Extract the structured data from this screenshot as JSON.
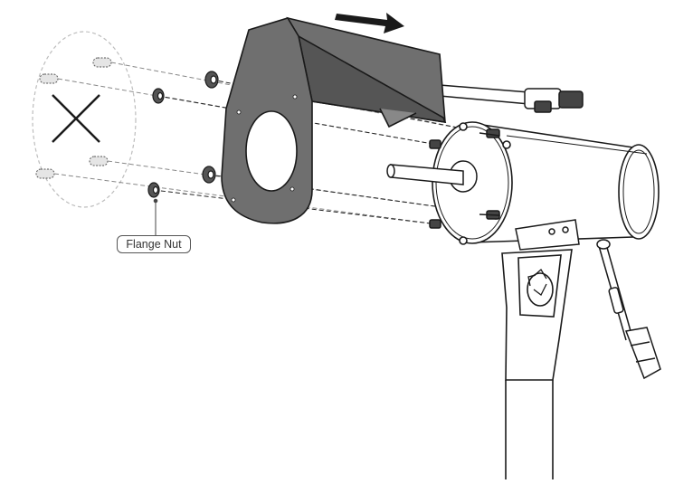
{
  "callouts": {
    "flange_nut": "Flange Nut"
  },
  "colors": {
    "line": "#1a1a1a",
    "guide": "#8a8a8a",
    "cover_fill": "#6f6f6f",
    "cover_dark": "#555555",
    "removed_circle": "#bdbdbd",
    "background": "#ffffff"
  },
  "icons": {
    "direction": "arrow-right",
    "removed": "x-mark",
    "recycle": "recycle-symbol"
  }
}
